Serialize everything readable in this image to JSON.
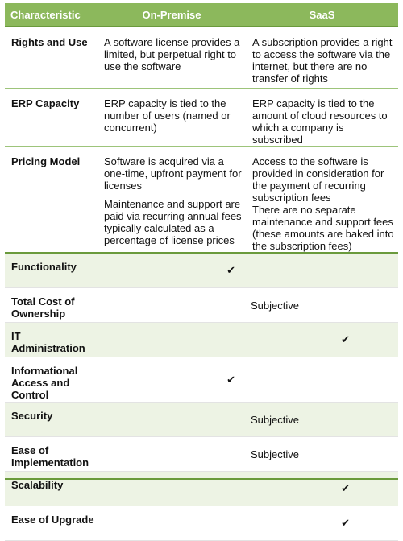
{
  "header": {
    "col1": "Characteristic",
    "col2": "On-Premise",
    "col3": "SaaS"
  },
  "details": [
    {
      "label": "Rights and Use",
      "on_premise": "A software license provides a limited, but perpetual right to use the software",
      "saas": "A subscription provides a right to access the software via the internet, but there are no transfer of rights"
    },
    {
      "label": "ERP Capacity",
      "on_premise": "ERP capacity is tied to the number of users (named or concurrent)",
      "saas": "ERP capacity is tied to the amount of cloud resources to which a company is subscribed"
    },
    {
      "label": "Pricing Model",
      "on_premise_p1": "Software is acquired via a one-time, upfront payment for licenses",
      "on_premise_p2": "Maintenance and support are paid via recurring annual fees typically calculated as a percentage of license prices",
      "saas_p1": "Access to the software is provided in consideration for the payment of recurring subscription fees",
      "saas_p2": "There are no separate maintenance and support fees (these amounts are baked into the subscription fees)"
    }
  ],
  "comparison": [
    {
      "label": "Functionality",
      "result": "on_premise",
      "mark": "✔"
    },
    {
      "label": "Total Cost of Ownership",
      "result": "subjective",
      "text": "Subjective"
    },
    {
      "label": "IT Administration",
      "result": "saas",
      "mark": "✔"
    },
    {
      "label": "Informational Access and Control",
      "result": "on_premise",
      "mark": "✔"
    },
    {
      "label": "Security",
      "result": "subjective",
      "text": "Subjective"
    },
    {
      "label": "Ease of Implementation",
      "result": "subjective",
      "text": "Subjective"
    },
    {
      "label": "Scalability",
      "result": "saas",
      "mark": "✔"
    },
    {
      "label": "Ease of Upgrade",
      "result": "saas",
      "mark": "✔"
    }
  ],
  "colors": {
    "header_bg": "#8cb85c",
    "rule": "#6a9a3c",
    "shade": "#edf3e4"
  }
}
